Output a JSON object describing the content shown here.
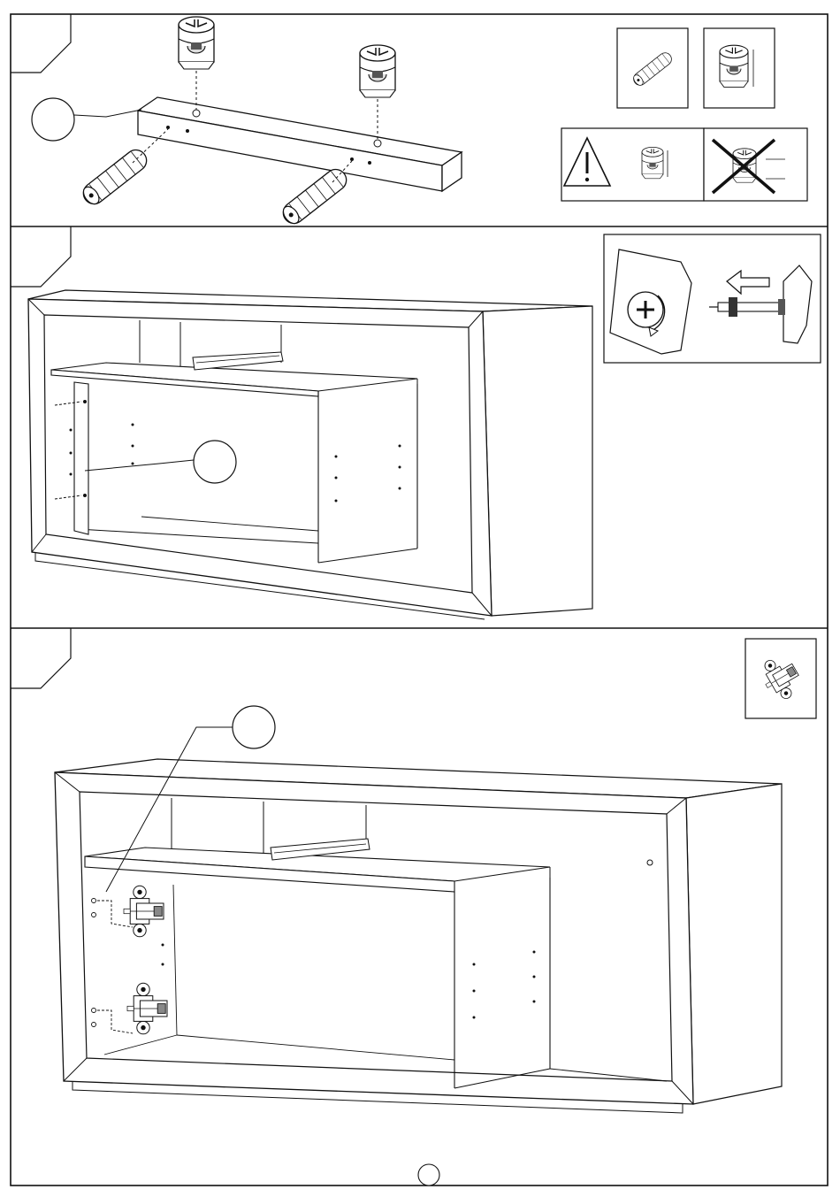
{
  "document": {
    "type": "assembly-instructions",
    "steps": [
      {
        "id": "step-1",
        "number": "",
        "part_label": ""
      },
      {
        "id": "step-2",
        "number": "",
        "part_label": ""
      },
      {
        "id": "step-3",
        "number": "",
        "part_label": ""
      }
    ],
    "page_number": "",
    "icons": [
      "wooden-dowel-icon",
      "cam-lock-icon",
      "warning-triangle-icon",
      "cam-lock-crossed-icon",
      "screwdriver-turn-icon",
      "push-arrow-icon",
      "hinge-plate-icon"
    ]
  }
}
